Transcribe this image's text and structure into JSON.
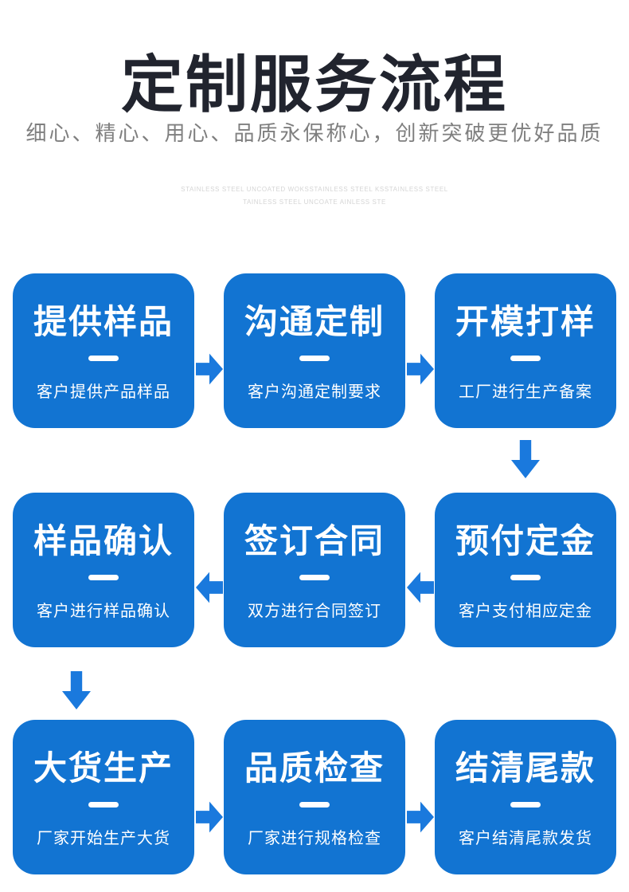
{
  "header": {
    "title": "定制服务流程",
    "subtitle": "细心、精心、用心、品质永保称心，创新突破更优好品质",
    "watermark_line1": "STAINLESS STEEL UNCOATED WOKSSTAINLESS STEEL KSSTAINLESS STEEL",
    "watermark_line2": "TAINLESS STEEL UNCOATE AINLESS STE"
  },
  "colors": {
    "card_blue": "#1274d2",
    "arrow_blue": "#1a79dd",
    "title_dark": "#21242e",
    "subtitle_gray": "#7f7f7f",
    "watermark_gray": "#d5d5d5",
    "card_text": "#ffffff"
  },
  "icons": {
    "flow_arrow_right": "▶",
    "flow_arrow_left": "◀",
    "flow_arrow_down": "▼"
  },
  "steps": [
    {
      "title": "提供样品",
      "desc": "客户提供产品样品"
    },
    {
      "title": "沟通定制",
      "desc": "客户沟通定制要求"
    },
    {
      "title": "开模打样",
      "desc": "工厂进行生产备案"
    },
    {
      "title": "样品确认",
      "desc": "客户进行样品确认"
    },
    {
      "title": "签订合同",
      "desc": "双方进行合同签订"
    },
    {
      "title": "预付定金",
      "desc": "客户支付相应定金"
    },
    {
      "title": "大货生产",
      "desc": "厂家开始生产大货"
    },
    {
      "title": "品质检查",
      "desc": "厂家进行规格检查"
    },
    {
      "title": "结清尾款",
      "desc": "客户结清尾款发货"
    }
  ]
}
